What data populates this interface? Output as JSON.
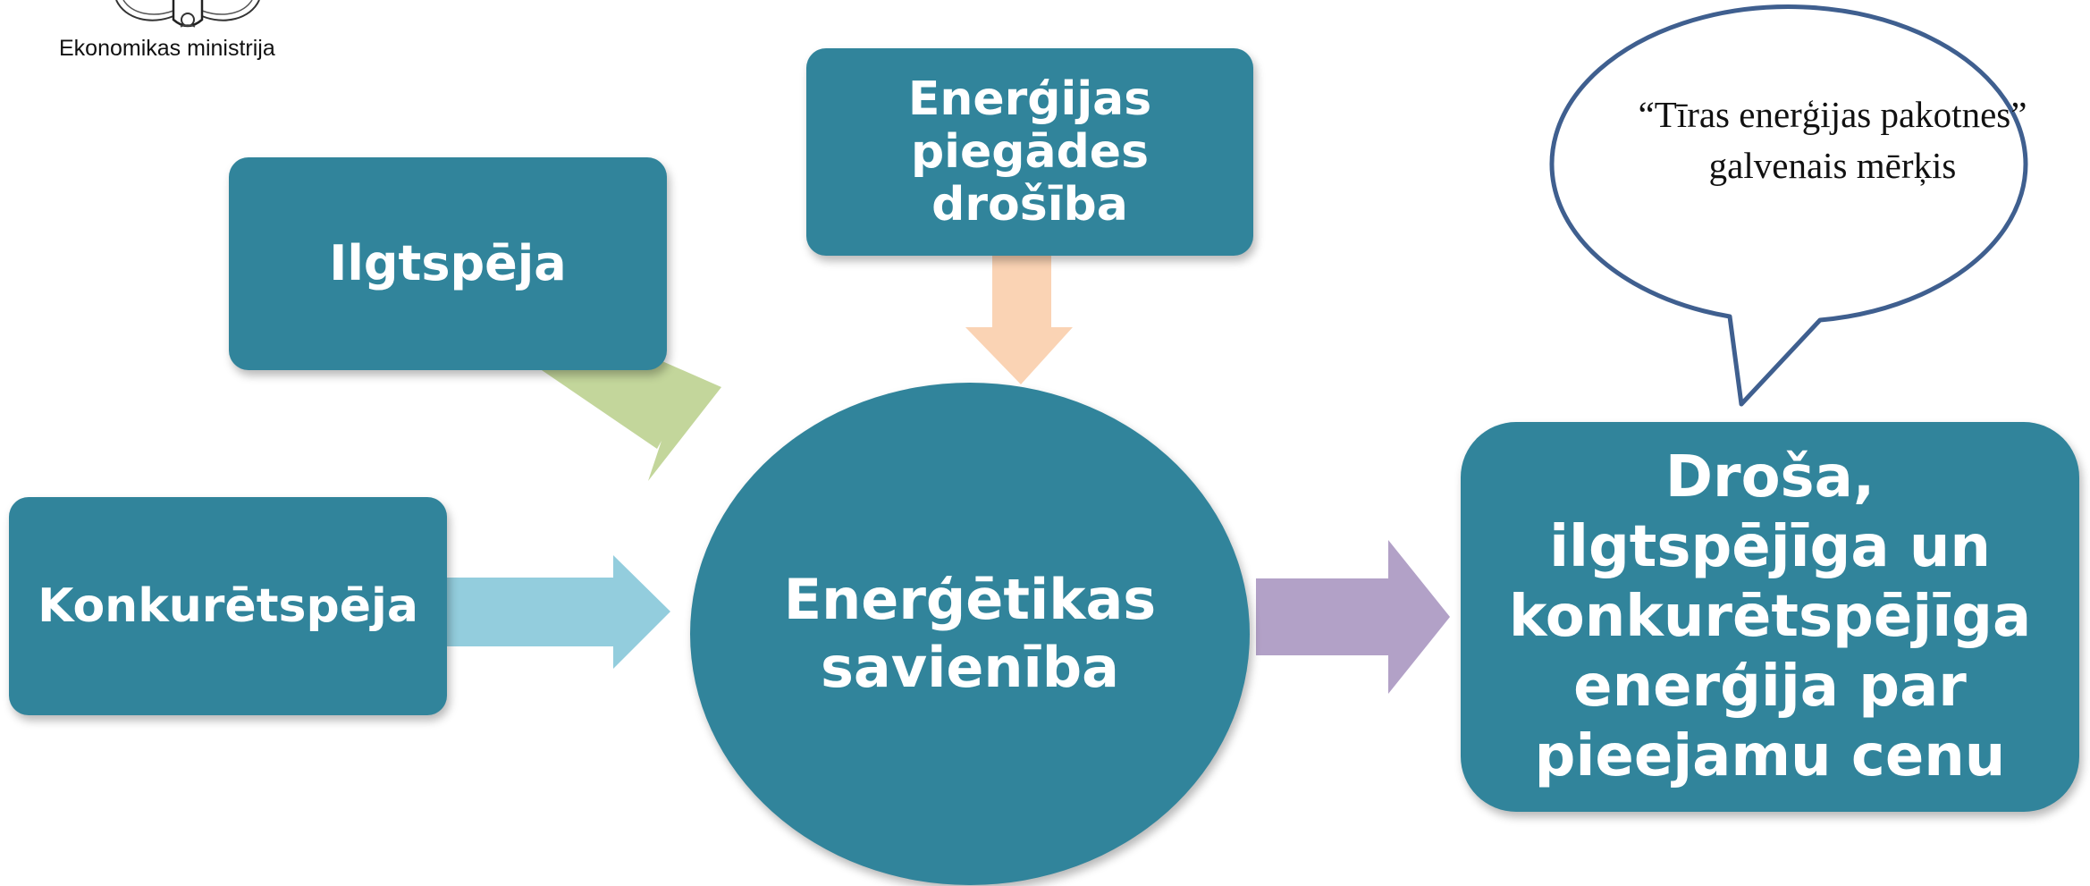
{
  "header": {
    "ministry_name": "Ekonomikas ministrija"
  },
  "diagram": {
    "nodes": {
      "sustainability": "Ilgtspēja",
      "supply_security": "Enerģijas piegādes drošība",
      "competitiveness": "Konkurētspēja",
      "energy_union": "Enerģētikas savienība",
      "outcome": "Droša, ilgtspējīga un konkurētspējīga enerģija par pieejamu cenu"
    },
    "callout": {
      "text": "“Tīras enerģijas pakotnes” galvenais mērķis"
    }
  },
  "colors": {
    "node_fill": "#31849B",
    "node_text": "#FFFFFF",
    "arrow_sustainability": "#C3D69B",
    "arrow_supply_security": "#FAD3B4",
    "arrow_competitiveness": "#93CDDD",
    "arrow_outcome": "#B2A1C7",
    "callout_border": "#3F5F8F",
    "callout_fill": "#FFFFFF"
  }
}
